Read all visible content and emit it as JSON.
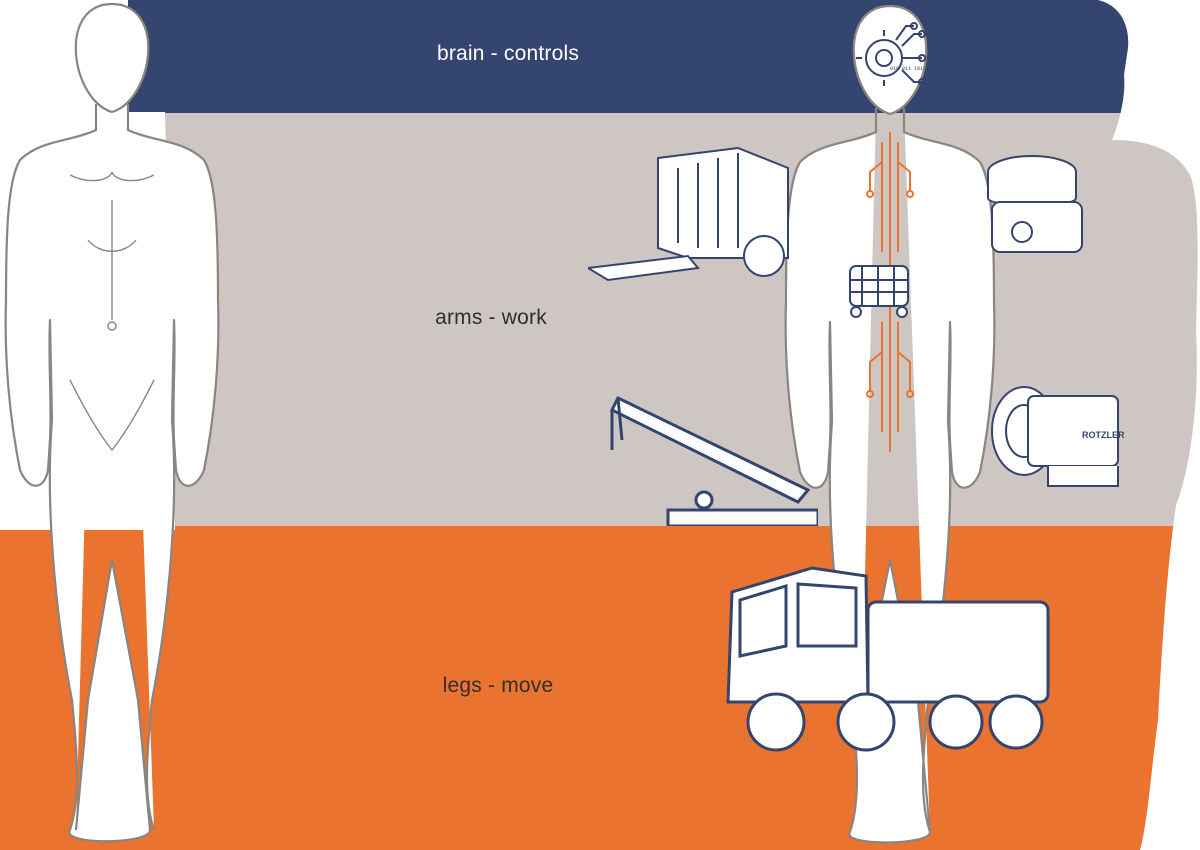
{
  "labels": {
    "brain": "brain - controls",
    "arms": "arms - work",
    "legs": "legs - move"
  },
  "machine_lettering": {
    "winch_brand": "ROTZLER",
    "chip_digits": "010 011 101"
  },
  "colors": {
    "brain_band": "#34466f",
    "arms_band": "#cec6c2",
    "legs_band": "#ea732f",
    "outline_gray": "#8a8581",
    "line_art_navy": "#35446e",
    "circuit_orange": "#ea732f"
  }
}
